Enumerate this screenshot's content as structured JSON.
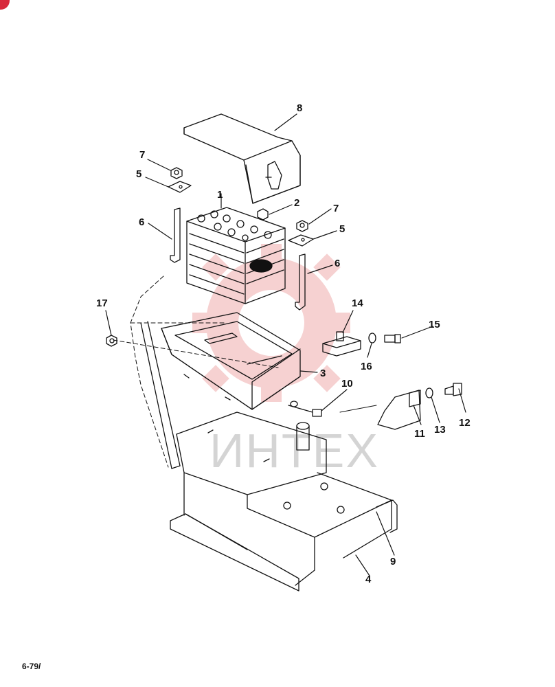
{
  "diagram": {
    "page_reference": "6-79/",
    "watermark_text": "ИНТЕХ",
    "callouts": [
      "1",
      "2",
      "3",
      "4",
      "5",
      "5",
      "6",
      "6",
      "7",
      "7",
      "8",
      "9",
      "10",
      "11",
      "12",
      "13",
      "14",
      "15",
      "16",
      "17"
    ]
  }
}
